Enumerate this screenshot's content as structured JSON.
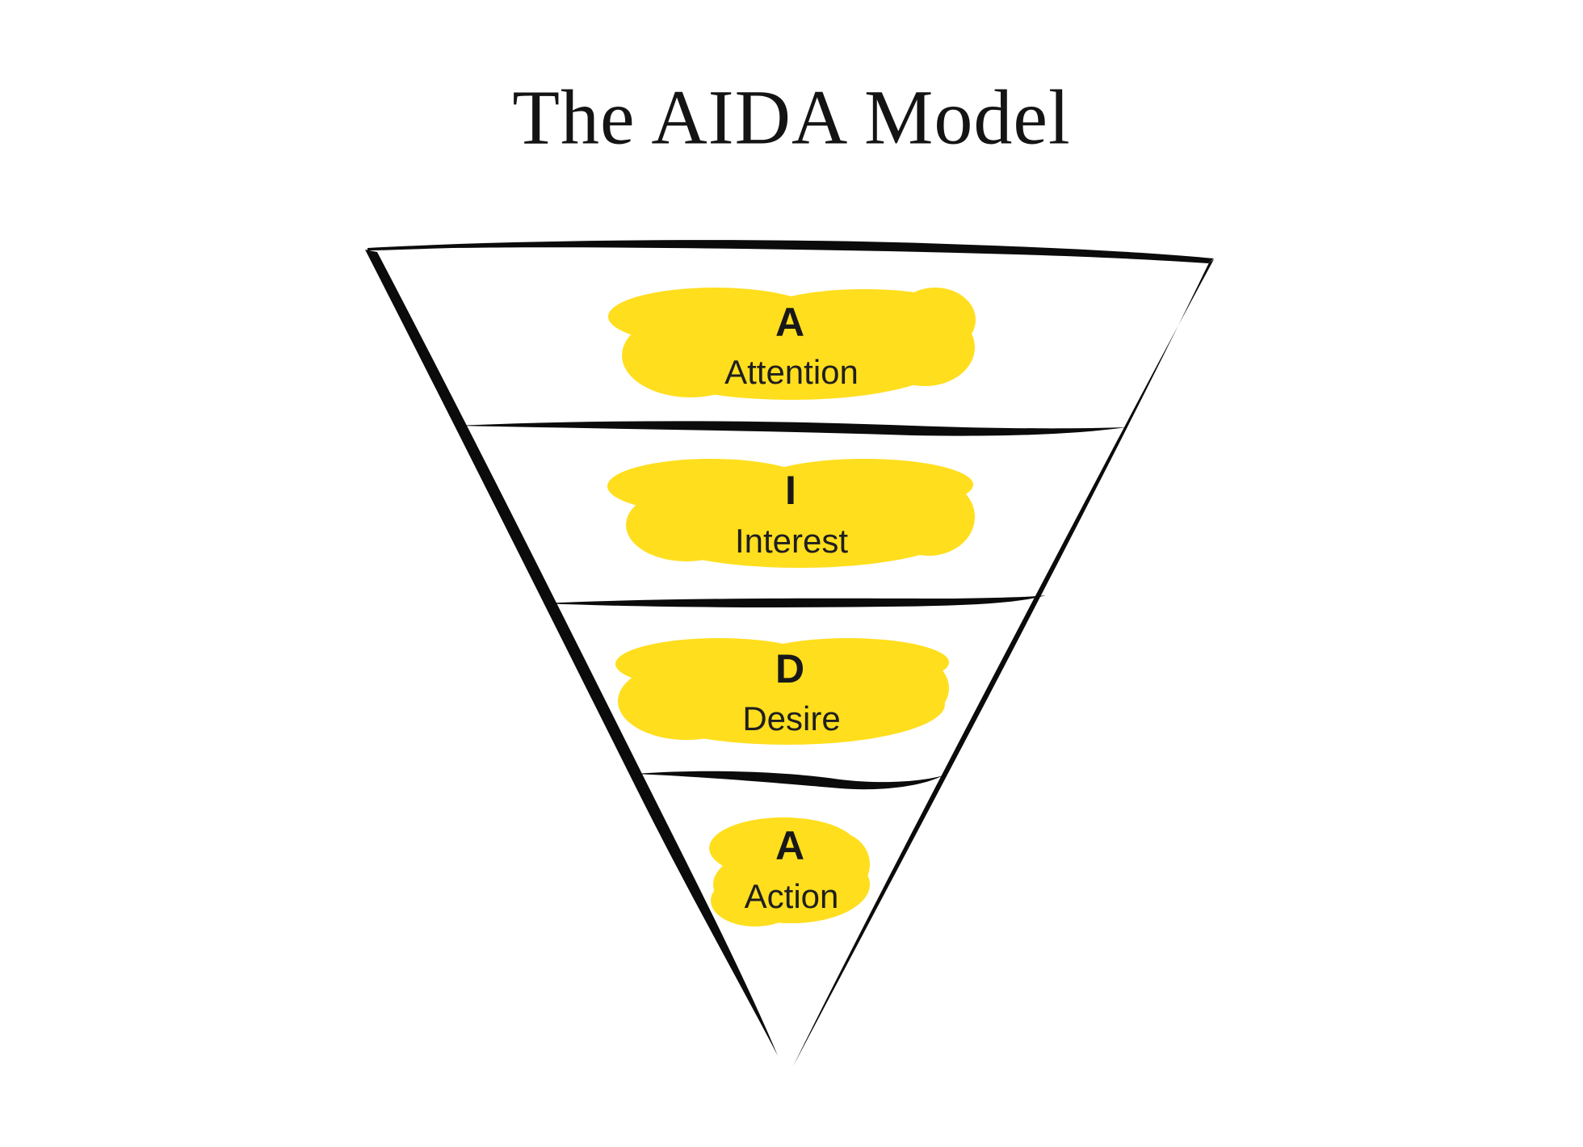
{
  "title": "The AIDA Model",
  "diagram": {
    "type": "inverted-funnel",
    "sections": [
      {
        "letter": "A",
        "label": "Attention"
      },
      {
        "letter": "I",
        "label": "Interest"
      },
      {
        "letter": "D",
        "label": "Desire"
      },
      {
        "letter": "A",
        "label": "Action"
      }
    ]
  },
  "colors": {
    "highlight": "#FFDE1E",
    "ink": "#0b0b0b",
    "text": "#1c1c1c",
    "background": "#ffffff"
  }
}
